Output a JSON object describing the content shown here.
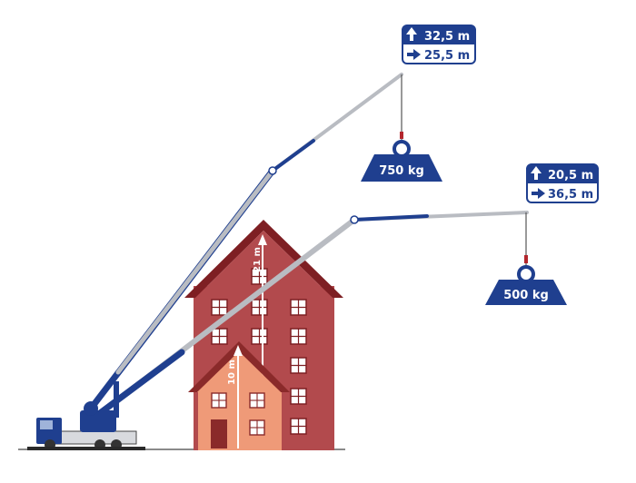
{
  "colors": {
    "brand_blue": "#1f3f8f",
    "boom_grey": "#b9bcc2",
    "house_large": "#b24a4d",
    "house_large_roof": "#7e1f23",
    "house_small": "#ef9a78",
    "house_small_roof": "#8a2a2a",
    "window_white": "#ffffff",
    "hook_red": "#b3262d"
  },
  "configs": {
    "high": {
      "height_label": "32,5 m",
      "reach_label": "25,5 m",
      "load_label": "750 kg"
    },
    "far": {
      "height_label": "20,5 m",
      "reach_label": "36,5 m",
      "load_label": "500 kg"
    }
  },
  "buildings": {
    "large_height_label": "21 m",
    "small_height_label": "10 m"
  },
  "icons": {
    "height": "arrow-up-icon",
    "reach": "arrow-right-icon",
    "weight": "weight-icon"
  }
}
